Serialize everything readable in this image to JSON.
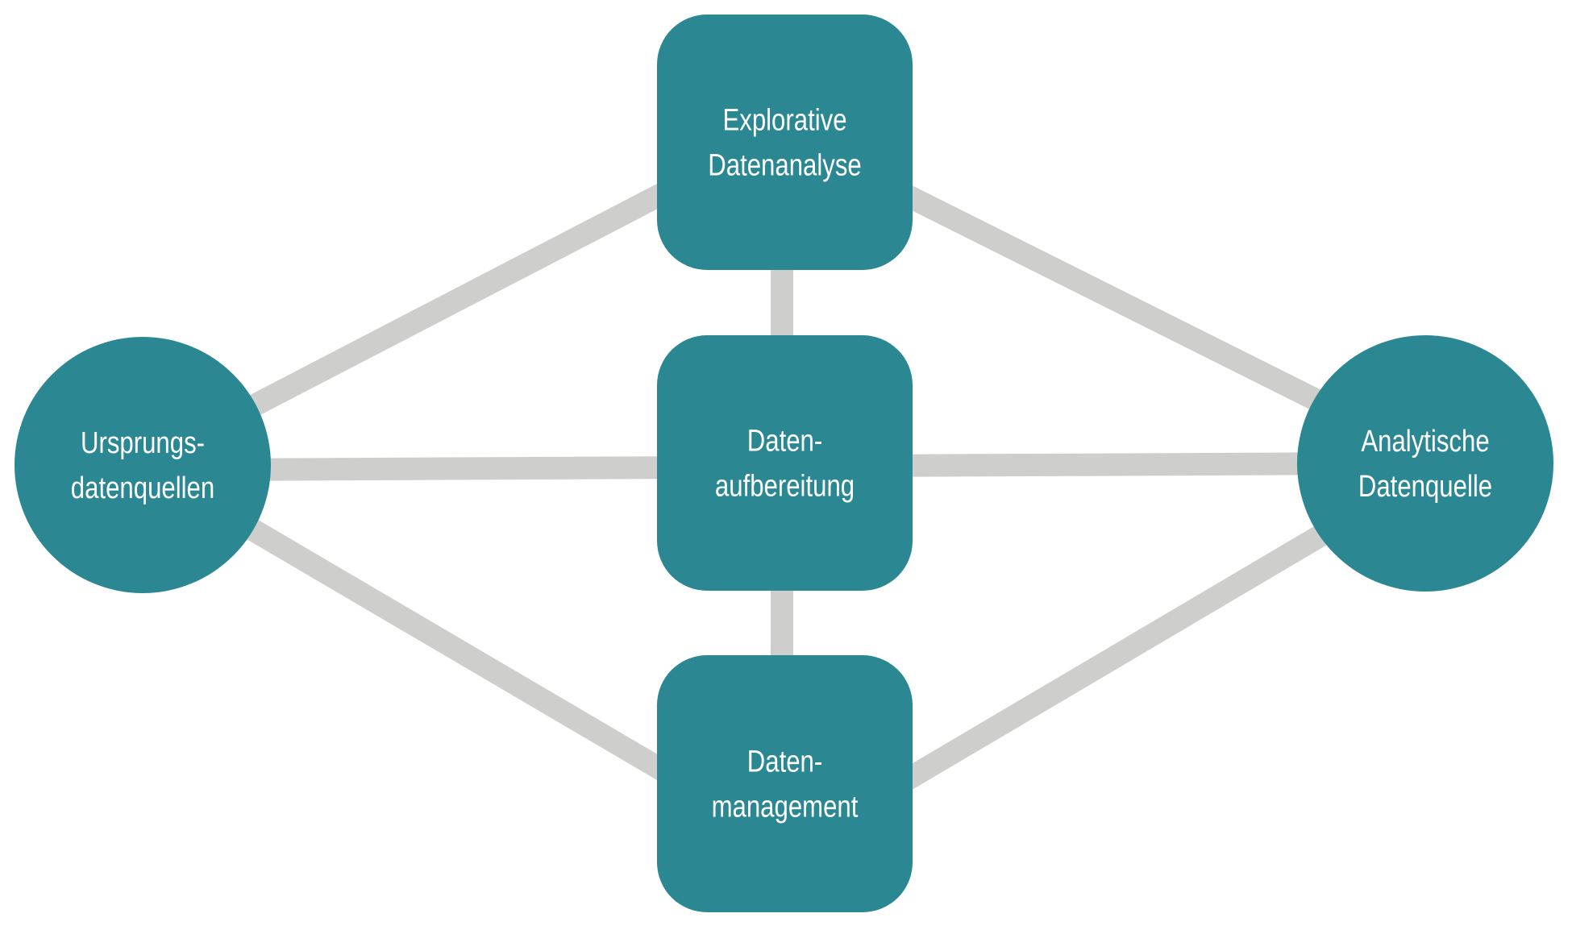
{
  "colors": {
    "node_fill": "#2b8893",
    "connector": "#cececc",
    "label": "#ffffff",
    "background": "#ffffff"
  },
  "nodes": [
    {
      "id": "source",
      "shape": "circle",
      "lines": [
        "Ursprungs-",
        "datenquellen"
      ]
    },
    {
      "id": "eda",
      "shape": "rounded-rect",
      "lines": [
        "Explorative",
        "Datenanalyse"
      ]
    },
    {
      "id": "prep",
      "shape": "rounded-rect",
      "lines": [
        "Daten-",
        "aufbereitung"
      ]
    },
    {
      "id": "mgmt",
      "shape": "rounded-rect",
      "lines": [
        "Daten-",
        "management"
      ]
    },
    {
      "id": "target",
      "shape": "circle",
      "lines": [
        "Analytische",
        "Datenquelle"
      ]
    }
  ],
  "edges": [
    {
      "from": "source",
      "to": "eda"
    },
    {
      "from": "source",
      "to": "prep"
    },
    {
      "from": "source",
      "to": "mgmt"
    },
    {
      "from": "eda",
      "to": "prep"
    },
    {
      "from": "prep",
      "to": "mgmt"
    },
    {
      "from": "eda",
      "to": "target"
    },
    {
      "from": "prep",
      "to": "target"
    },
    {
      "from": "mgmt",
      "to": "target"
    }
  ]
}
